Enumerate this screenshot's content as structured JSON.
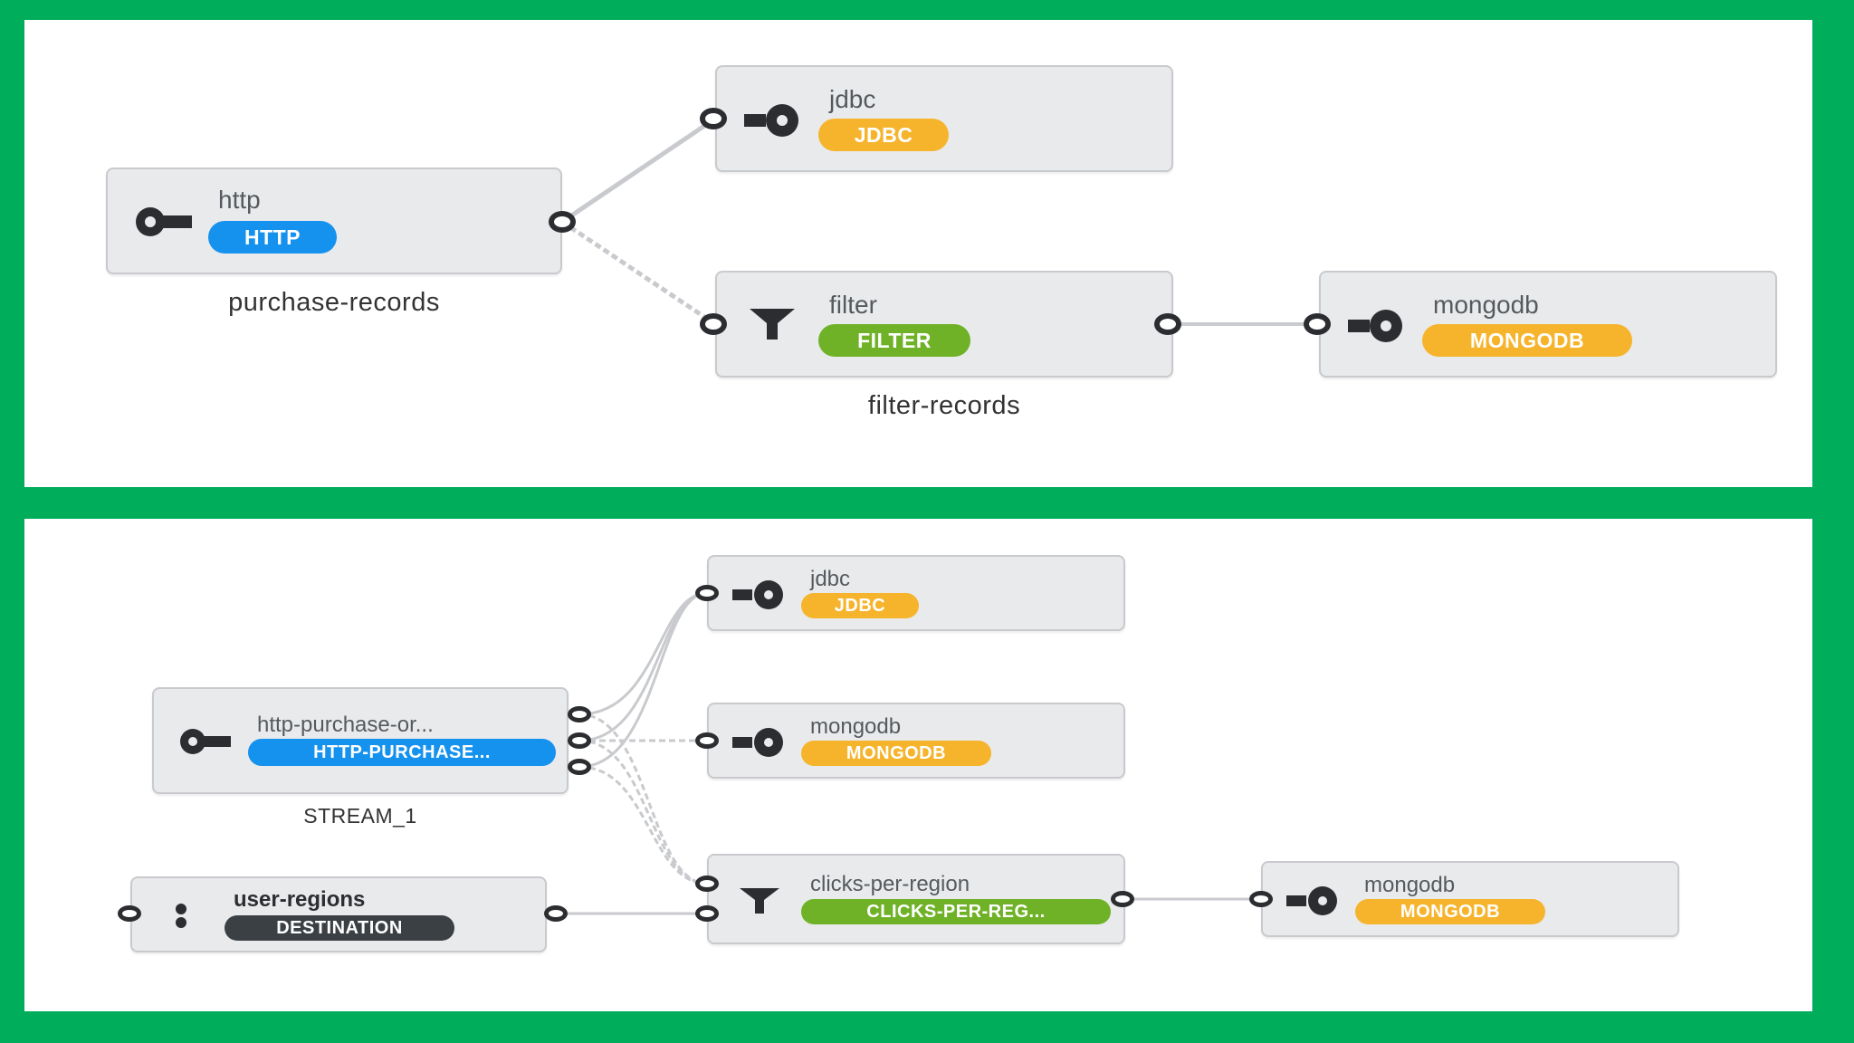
{
  "top_pipeline": {
    "source": {
      "name": "http",
      "badge": "HTTP",
      "caption": "purchase-records",
      "icon": "source-key-icon"
    },
    "sink_jdbc": {
      "name": "jdbc",
      "badge": "JDBC",
      "icon": "sink-icon"
    },
    "filter": {
      "name": "filter",
      "badge": "FILTER",
      "caption": "filter-records",
      "icon": "filter-funnel-icon"
    },
    "sink_mongodb": {
      "name": "mongodb",
      "badge": "MONGODB",
      "icon": "sink-icon"
    }
  },
  "bottom_pipeline": {
    "source": {
      "name": "http-purchase-or...",
      "badge": "HTTP-PURCHASE...",
      "caption": "STREAM_1",
      "icon": "source-key-icon"
    },
    "user_regions": {
      "name": "user-regions",
      "badge": "DESTINATION",
      "icon": "destination-dots-icon"
    },
    "sink_jdbc": {
      "name": "jdbc",
      "badge": "JDBC",
      "icon": "sink-icon"
    },
    "sink_mongodb_mid": {
      "name": "mongodb",
      "badge": "MONGODB",
      "icon": "sink-icon"
    },
    "processor": {
      "name": "clicks-per-region",
      "badge": "CLICKS-PER-REG...",
      "icon": "filter-funnel-icon"
    },
    "sink_mongodb_right": {
      "name": "mongodb",
      "badge": "MONGODB",
      "icon": "sink-icon"
    }
  },
  "colors": {
    "frame_green": "#00ad5a",
    "source_blue": "#1591ee",
    "sink_yellow": "#f6b42c",
    "processor_green": "#6fb227",
    "destination_dark": "#3b4045",
    "link_gray": "#c8cacd"
  }
}
